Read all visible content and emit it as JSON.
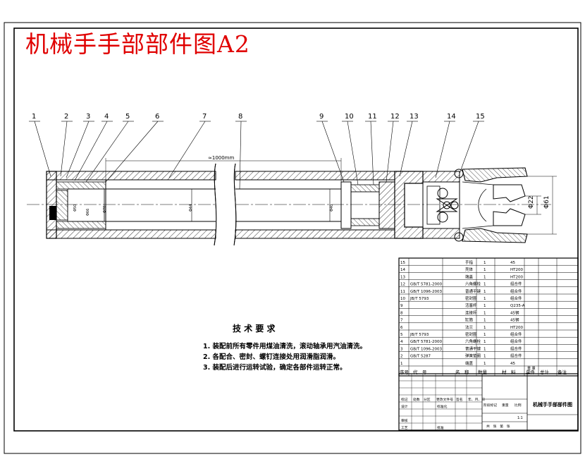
{
  "title": "机械手手部部件图A2",
  "callouts": [
    "1",
    "2",
    "3",
    "4",
    "5",
    "6",
    "7",
    "8",
    "9",
    "10",
    "11",
    "12",
    "13",
    "14",
    "15"
  ],
  "dimensions": {
    "length": "≈1000mm",
    "dim_d1": "Φ22",
    "dim_d2": "Φ61"
  },
  "tech_requirements": {
    "title": "技 术 要 求",
    "items": [
      "1. 装配前所有零件用煤油清洗，滚动轴承用汽油清洗。",
      "2. 各配合、密封、螺钉连接处用润滑脂润滑。",
      "3. 装配后进行运转试验，确定各部件运转正常。"
    ]
  },
  "parts_list": {
    "rows": [
      {
        "no": "15",
        "code": "",
        "name": "手指",
        "qty": "1",
        "mat": "45"
      },
      {
        "no": "14",
        "code": "",
        "name": "壳体",
        "qty": "1",
        "mat": "HT200"
      },
      {
        "no": "13",
        "code": "",
        "name": "端盖",
        "qty": "1",
        "mat": "HT200"
      },
      {
        "no": "12",
        "code": "GB/T 5781-2000",
        "name": "六角螺栓",
        "qty": "1",
        "mat": "组合件"
      },
      {
        "no": "11",
        "code": "GB/T 1096-2003",
        "name": "普通平键",
        "qty": "1",
        "mat": "组合件"
      },
      {
        "no": "10",
        "code": "JB/T 5793",
        "name": "密封圈",
        "qty": "1",
        "mat": "组合件"
      },
      {
        "no": "9",
        "code": "",
        "name": "活塞杆",
        "qty": "1",
        "mat": "Q235-A"
      },
      {
        "no": "8",
        "code": "",
        "name": "连接杆",
        "qty": "1",
        "mat": "45钢"
      },
      {
        "no": "7",
        "code": "",
        "name": "缸筒",
        "qty": "1",
        "mat": "45钢"
      },
      {
        "no": "6",
        "code": "",
        "name": "法兰",
        "qty": "1",
        "mat": "HT200"
      },
      {
        "no": "5",
        "code": "JB/T 5793",
        "name": "密封圈",
        "qty": "1",
        "mat": "组合件"
      },
      {
        "no": "4",
        "code": "GB/T 5781-2000",
        "name": "六角螺栓",
        "qty": "1",
        "mat": "组合件"
      },
      {
        "no": "3",
        "code": "GB/T 1096-2003",
        "name": "普通平键",
        "qty": "1",
        "mat": "组合件"
      },
      {
        "no": "2",
        "code": "GB/T 5287",
        "name": "弹簧垫圈",
        "qty": "1",
        "mat": "组合件"
      },
      {
        "no": "1",
        "code": "",
        "name": "端盖",
        "qty": "1",
        "mat": "45"
      }
    ],
    "header": {
      "no": "序号",
      "code": "代　号",
      "name": "名　称",
      "qty": "数量",
      "mat": "材　料",
      "weight": "重 量",
      "single": "单件",
      "total": "总计",
      "remark": "备注"
    }
  },
  "title_block": {
    "drawing_name": "机械手手部部件图",
    "scale": "1:1",
    "mark": "标记",
    "count": "处数",
    "zone": "分区",
    "doc_no": "更改文件号",
    "sign": "签名",
    "date": "年、月、日",
    "design": "设计",
    "standard": "标准化",
    "review": "审核",
    "process": "工艺",
    "approve": "批准",
    "stage": "阶段标记",
    "weight": "重量",
    "ratio": "比例",
    "sheets": "共　张　第　张"
  }
}
